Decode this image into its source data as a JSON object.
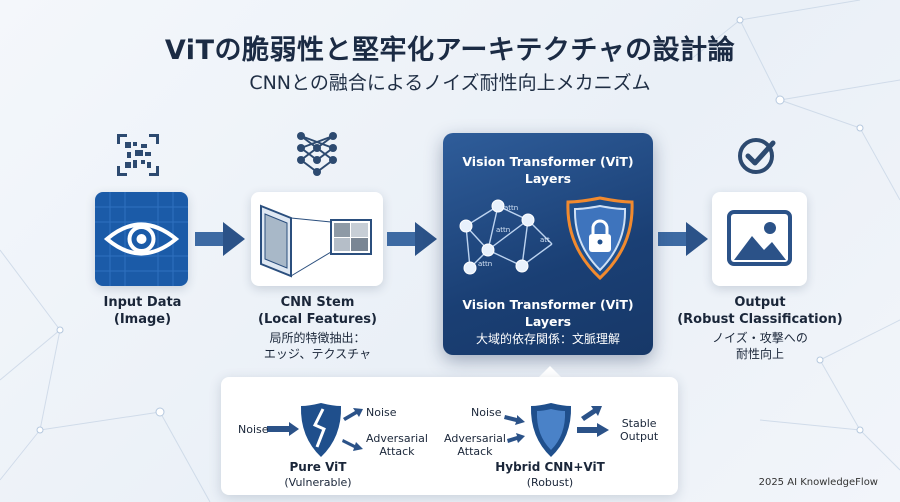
{
  "title": "ViTの脆弱性と堅牢化アーキテクチャの設計論",
  "subtitle": "CNNとの融合によるノイズ耐性向上メカニズム",
  "stages": {
    "input": {
      "label_1": "Input Data",
      "label_2": "(Image)"
    },
    "cnn": {
      "label_1": "CNN Stem",
      "label_2": "(Local Features)",
      "desc_1": "局所的特徴抽出：",
      "desc_2": "エッジ、テクスチャ"
    },
    "vit": {
      "top_1": "Vision Transformer (ViT)",
      "top_2": "Layers",
      "bottom_1": "Vision Transformer (ViT)",
      "bottom_2": "Layers",
      "desc": "大域的依存関係：文脈理解",
      "edge_labels": [
        "attn",
        "attn",
        "attn",
        "att"
      ]
    },
    "output": {
      "label_1": "Output",
      "label_2": "(Robust Classification)",
      "desc_1": "ノイズ・攻撃への",
      "desc_2": "耐性向上"
    }
  },
  "comparison": {
    "pure": {
      "noise": "Noise",
      "noise2": "Noise",
      "adv_1": "Adversarial",
      "adv_2": "Attack",
      "name": "Pure ViT",
      "state": "(Vulnerable)"
    },
    "hybrid": {
      "noise": "Noise",
      "adv_1": "Adversarial",
      "adv_2": "Attack",
      "result_1": "Stable",
      "result_2": "Output",
      "name": "Hybrid CNN+ViT",
      "state": "(Robust)"
    }
  },
  "footer": "2025 AI KnowledgeFlow",
  "colors": {
    "primary": "#1b5ba8",
    "dark_panel": "#1a3f74",
    "accent_glow": "#f28a2e",
    "text": "#1b2b44"
  }
}
